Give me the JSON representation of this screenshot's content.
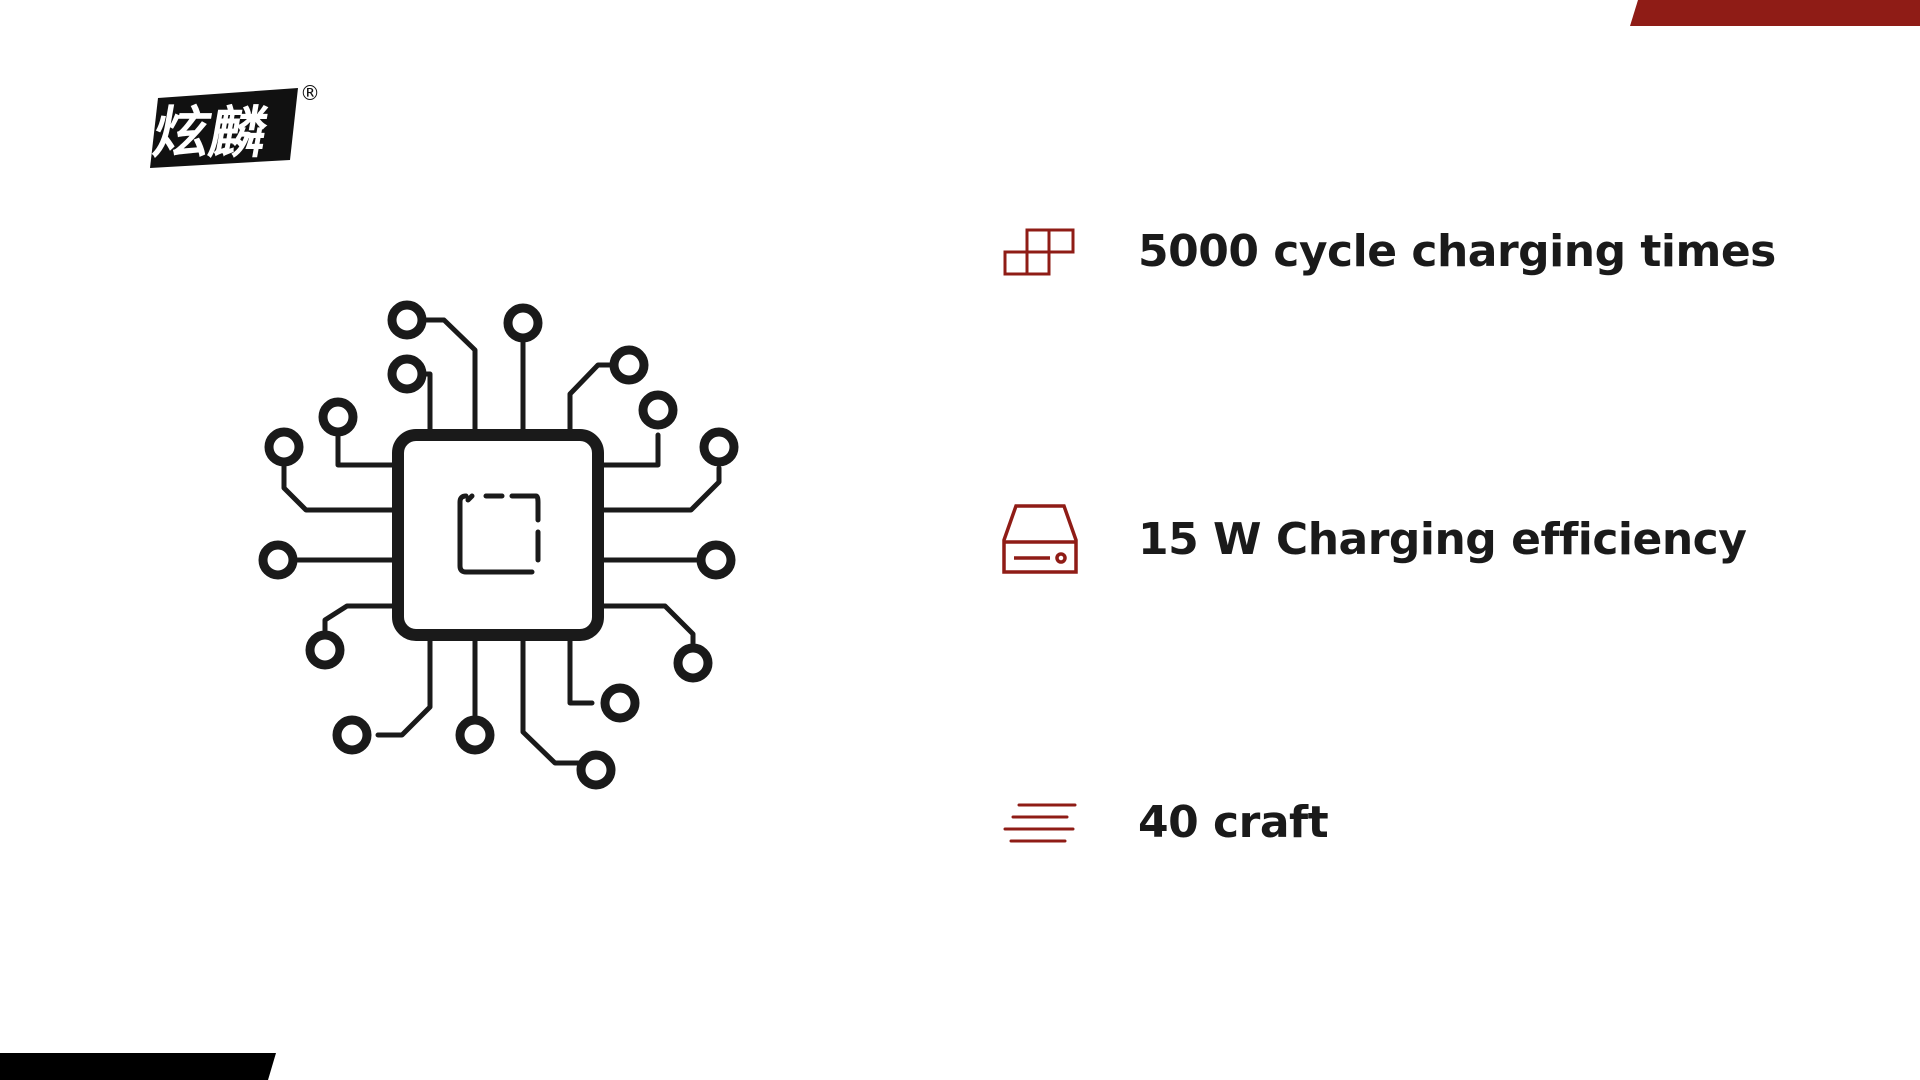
{
  "colors": {
    "accent": "#8f1c16",
    "dark": "#1a1a1a",
    "background": "#ffffff"
  },
  "logo": {
    "text": "炫麟",
    "registered_mark": "®"
  },
  "illustration": {
    "icon": "circuit-chip-icon"
  },
  "features": [
    {
      "icon": "grid-blocks-icon",
      "label": "5000 cycle charging times"
    },
    {
      "icon": "hard-drive-icon",
      "label": "15 W Charging efficiency"
    },
    {
      "icon": "lines-icon",
      "label": "40 craft"
    }
  ]
}
